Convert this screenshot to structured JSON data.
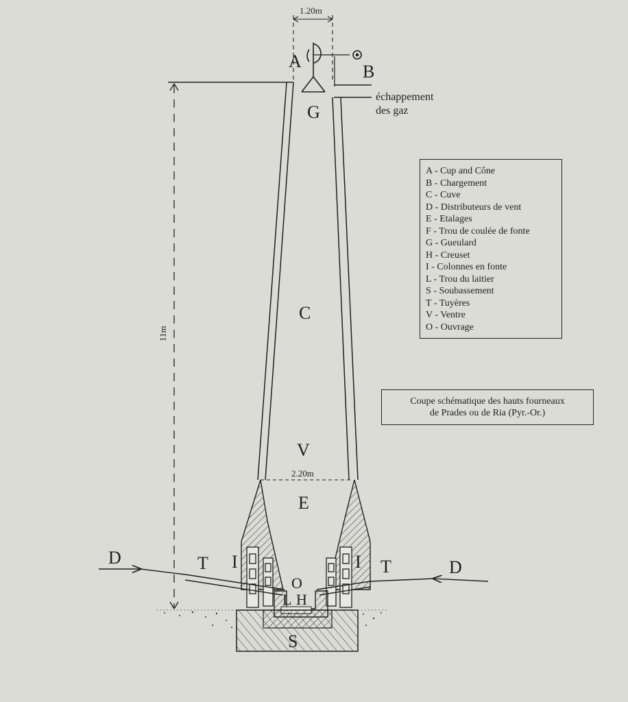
{
  "dimensions": {
    "top_width": "1.20m",
    "belly_width": "2.20m",
    "height": "11m"
  },
  "labels": {
    "A": "A",
    "B": "B",
    "G": "G",
    "C": "C",
    "V": "V",
    "E": "E",
    "I_left": "I",
    "I_right": "I",
    "T_left": "T",
    "T_right": "T",
    "D_left": "D",
    "D_right": "D",
    "O": "O",
    "H": "H",
    "L": "L",
    "S": "S"
  },
  "gas_exhaust": [
    "échappement",
    "des gaz"
  ],
  "legend": [
    {
      "key": "A",
      "text": "Cup and Cône"
    },
    {
      "key": "B",
      "text": "Chargement"
    },
    {
      "key": "C",
      "text": "Cuve"
    },
    {
      "key": "D",
      "text": "Distributeurs de vent"
    },
    {
      "key": "E",
      "text": "Etalages"
    },
    {
      "key": "F",
      "text": "Trou de coulée de fonte"
    },
    {
      "key": "G",
      "text": "Gueulard"
    },
    {
      "key": "H",
      "text": "Creuset"
    },
    {
      "key": "I",
      "text": "Colonnes en fonte"
    },
    {
      "key": "L",
      "text": "Trou du laitier"
    },
    {
      "key": "S",
      "text": "Soubassement"
    },
    {
      "key": "T",
      "text": "Tuyères"
    },
    {
      "key": "V",
      "text": "Ventre"
    },
    {
      "key": "O",
      "text": "Ouvrage"
    }
  ],
  "caption": [
    "Coupe schématique des hauts fourneaux",
    "de Prades ou de Ria (Pyr.-Or.)"
  ],
  "colors": {
    "paper": "#dcdcd6",
    "ink": "#1e1e1e"
  }
}
